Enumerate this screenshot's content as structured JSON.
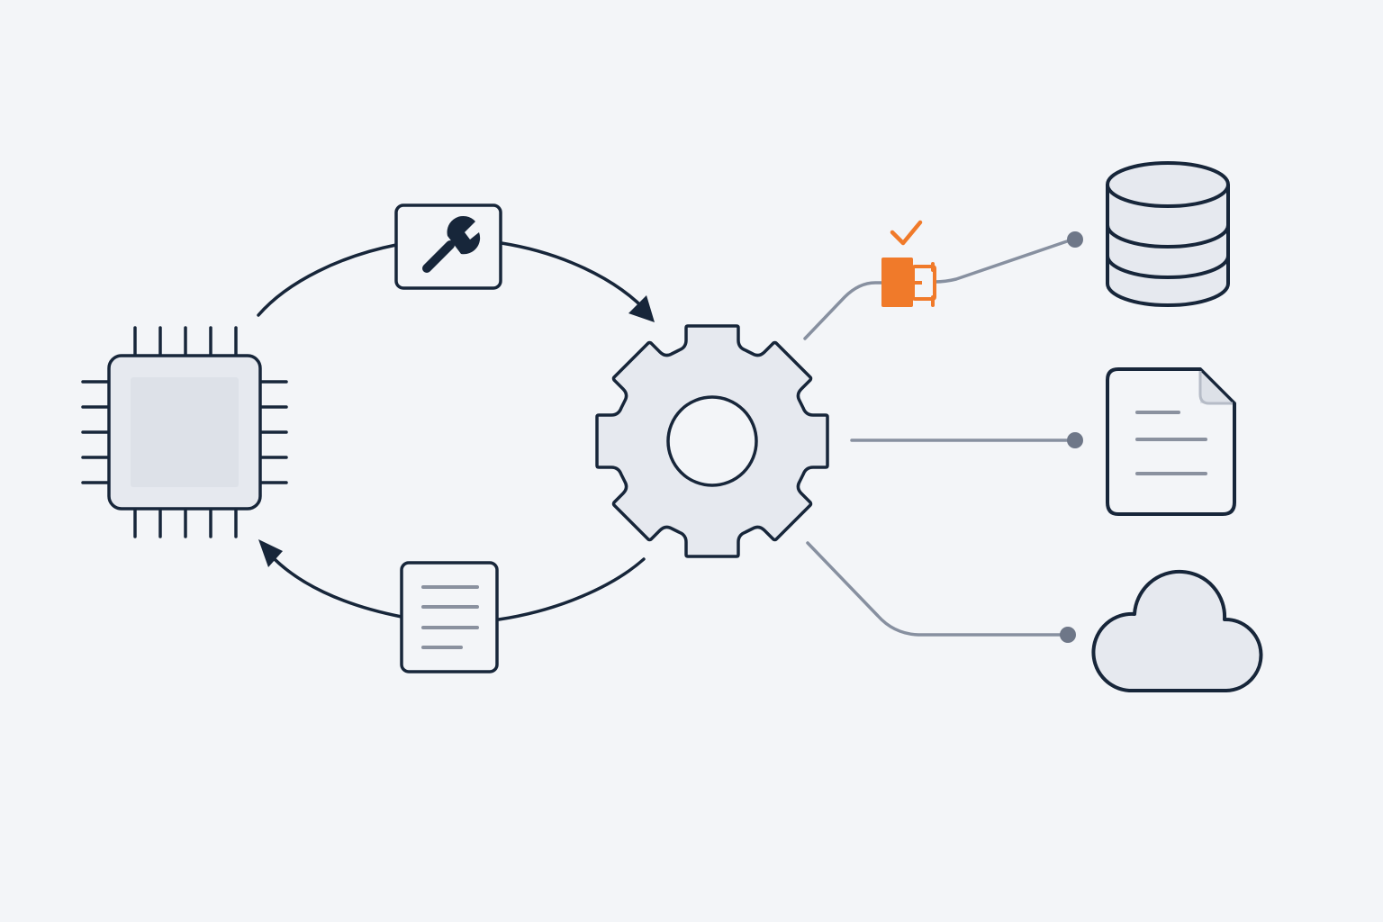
{
  "diagram": {
    "type": "architecture-flow",
    "text": []
  },
  "colors": {
    "background": "#f3f5f8",
    "stroke": "#17263a",
    "fill_light": "#e6e9ef",
    "fill_inner": "#dde1e8",
    "connector_gray": "#8790a0",
    "doc_lines": "#8a919f",
    "accent": "#f07a2a"
  },
  "nodes": [
    {
      "id": "processor",
      "icon": "cpu-chip-icon"
    },
    {
      "id": "configure",
      "icon": "wrench-icon"
    },
    {
      "id": "report",
      "icon": "document-lines-icon"
    },
    {
      "id": "engine",
      "icon": "gear-icon"
    },
    {
      "id": "plugin",
      "icon": "connector-plug-icon",
      "status_icon": "check-icon"
    },
    {
      "id": "database",
      "icon": "database-icon"
    },
    {
      "id": "file",
      "icon": "file-icon"
    },
    {
      "id": "cloud",
      "icon": "cloud-icon"
    }
  ],
  "edges": [
    {
      "from": "processor",
      "to": "engine",
      "via": "configure",
      "style": "arrow"
    },
    {
      "from": "engine",
      "to": "processor",
      "via": "report",
      "style": "arrow"
    },
    {
      "from": "engine",
      "to": "database",
      "via": "plugin",
      "style": "connector"
    },
    {
      "from": "engine",
      "to": "file",
      "style": "connector"
    },
    {
      "from": "engine",
      "to": "cloud",
      "style": "connector"
    }
  ]
}
